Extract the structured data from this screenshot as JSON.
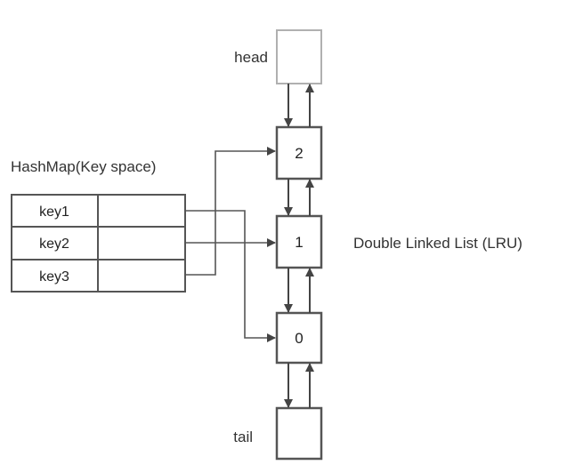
{
  "hashmap": {
    "title": "HashMap(Key space)",
    "keys": [
      "key1",
      "key2",
      "key3"
    ]
  },
  "list": {
    "title": "Double Linked List (LRU)",
    "head_label": "head",
    "tail_label": "tail",
    "nodes": [
      "2",
      "1",
      "0"
    ]
  },
  "colors": {
    "line": "#555555",
    "head_border": "#b0b0b0",
    "text": "#333333"
  }
}
